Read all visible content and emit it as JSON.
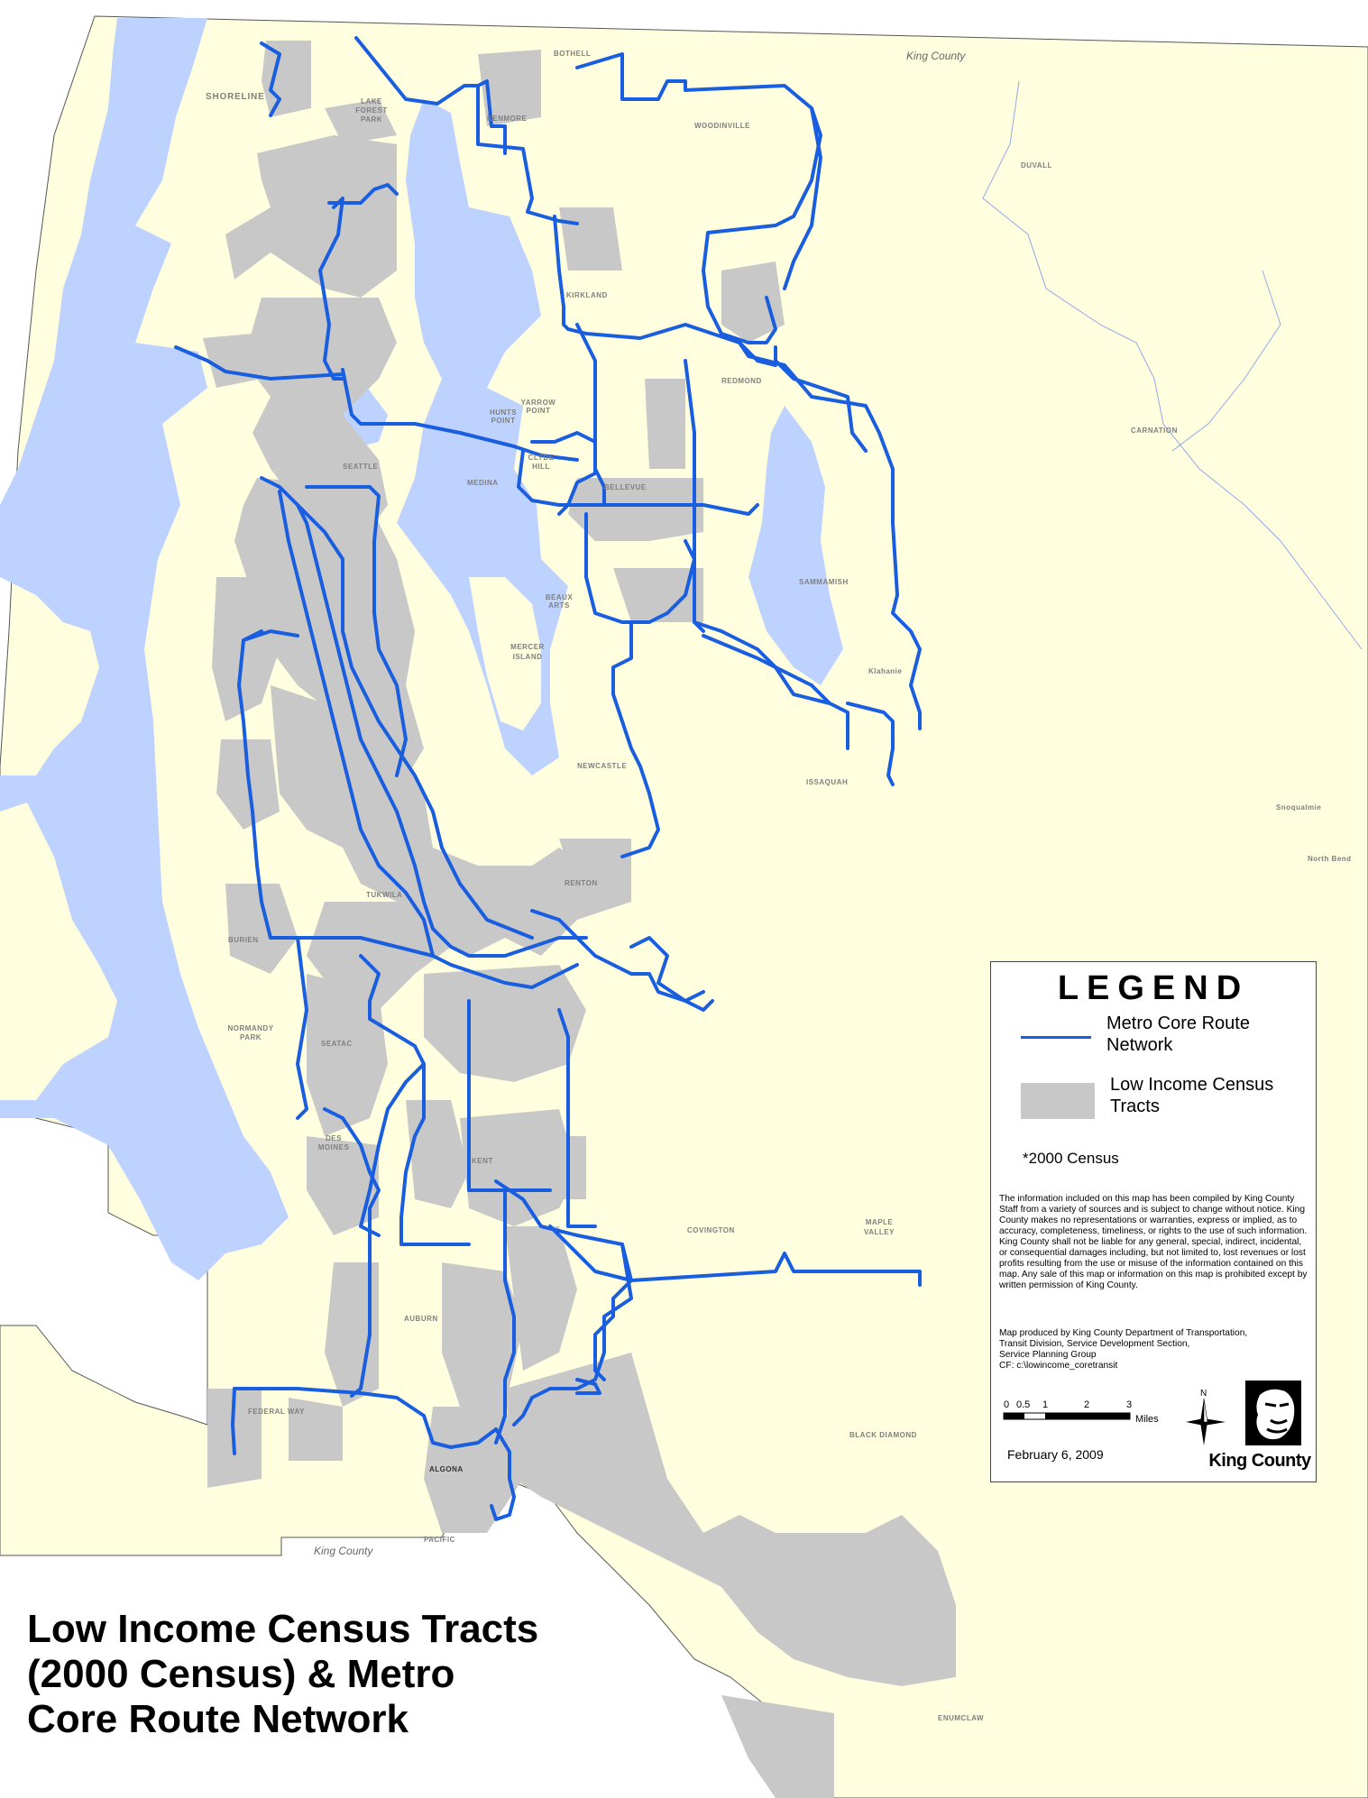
{
  "title_lines": [
    "Low Income Census Tracts",
    "(2000 Census) & Metro",
    "Core Route Network"
  ],
  "legend": {
    "title": "LEGEND",
    "route_label": [
      "Metro Core Route",
      "Network"
    ],
    "tract_label": [
      "Low Income Census",
      "Tracts"
    ],
    "census_note": "*2000 Census",
    "disclaimer": "The information included on this map has been compiled by King County Staff from a variety of sources and is subject to change without notice. King County makes no representations or warranties, express or implied, as to accuracy, completeness, timeliness, or rights to the use of such information. King County shall not be liable for any general, special, indirect, incidental, or consequential damages including, but not limited to, lost revenues or lost profits resulting from the use or misuse of the information contained on this map. Any sale of this map or  information on this map is prohibited except  by written permission of King County.",
    "produced_by": [
      "Map produced by King County Department of Transportation,",
      "Transit Division, Service Development Section,",
      "Service Planning Group",
      "CF:  c:\\lowincome_coretransit"
    ],
    "scale_ticks": [
      "0",
      "0.5",
      "1",
      "2",
      "3"
    ],
    "scale_unit": "Miles",
    "north_label": "N",
    "date": "February 6, 2009",
    "logo_text": "King County"
  },
  "places": {
    "shoreline": "SHORELINE",
    "lake_forest_park": [
      "LAKE",
      "FOREST",
      "PARK"
    ],
    "bothell": "BOTHELL",
    "kenmore": "KENMORE",
    "woodinville": "WOODINVILLE",
    "duvall": "DUVALL",
    "kirkland": "KIRKLAND",
    "redmond": "REDMOND",
    "hunts_point": [
      "HUNTS",
      "POINT"
    ],
    "yarrow_point": [
      "YARROW",
      "POINT"
    ],
    "clyde_hill": [
      "CLYDE",
      "HILL"
    ],
    "medina": "MEDINA",
    "seattle": "SEATTLE",
    "bellevue": "BELLEVUE",
    "carnation": "CARNATION",
    "sammamish": "SAMMAMISH",
    "beaux_arts": [
      "BEAUX",
      "ARTS"
    ],
    "mercer_island": [
      "MERCER",
      "ISLAND"
    ],
    "klahanie": "Klahanie",
    "newcastle": "NEWCASTLE",
    "issaquah": "ISSAQUAH",
    "snoqualmie": "Snoqualmie",
    "north_bend": "North Bend",
    "tukwila": "TUKWILA",
    "renton": "RENTON",
    "burien": "BURIEN",
    "normandy_park": [
      "NORMANDY",
      "PARK"
    ],
    "seatac": "SEATAC",
    "des_moines": [
      "DES",
      "MOINES"
    ],
    "kent": "KENT",
    "covington": "COVINGTON",
    "maple_valley": [
      "MAPLE",
      "VALLEY"
    ],
    "auburn": "AUBURN",
    "federal_way": "FEDERAL WAY",
    "black_diamond": "BLACK DIAMOND",
    "algona": "ALGONA",
    "pacific": "PACIFIC",
    "enumclaw": "ENUMCLAW"
  },
  "county_labels": [
    "King County",
    "King County"
  ],
  "colors": {
    "land": "#ffffdf",
    "water": "#bed2ff",
    "low_income_tract": "#c8c8c8",
    "route": "#1a5ee0",
    "border": "#555555"
  }
}
